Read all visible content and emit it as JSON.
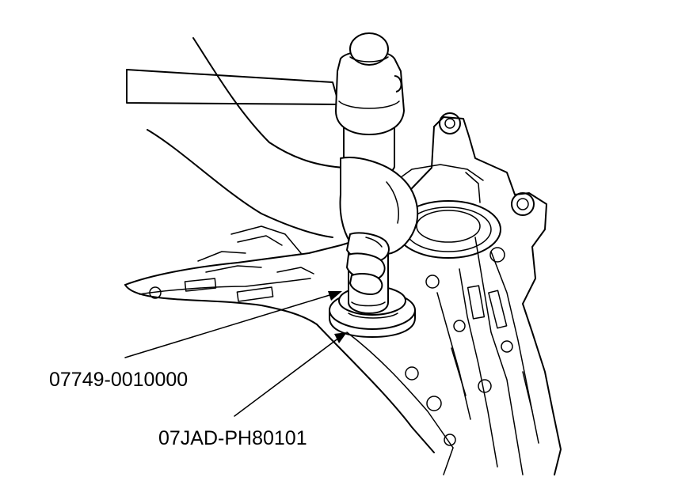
{
  "figure": {
    "colors": {
      "line": "#000000",
      "background": "#ffffff"
    },
    "callouts": [
      {
        "text": "07749-0010000",
        "points_to": "driver-handle"
      },
      {
        "text": "07JAD-PH80101",
        "points_to": "attachment"
      }
    ]
  }
}
